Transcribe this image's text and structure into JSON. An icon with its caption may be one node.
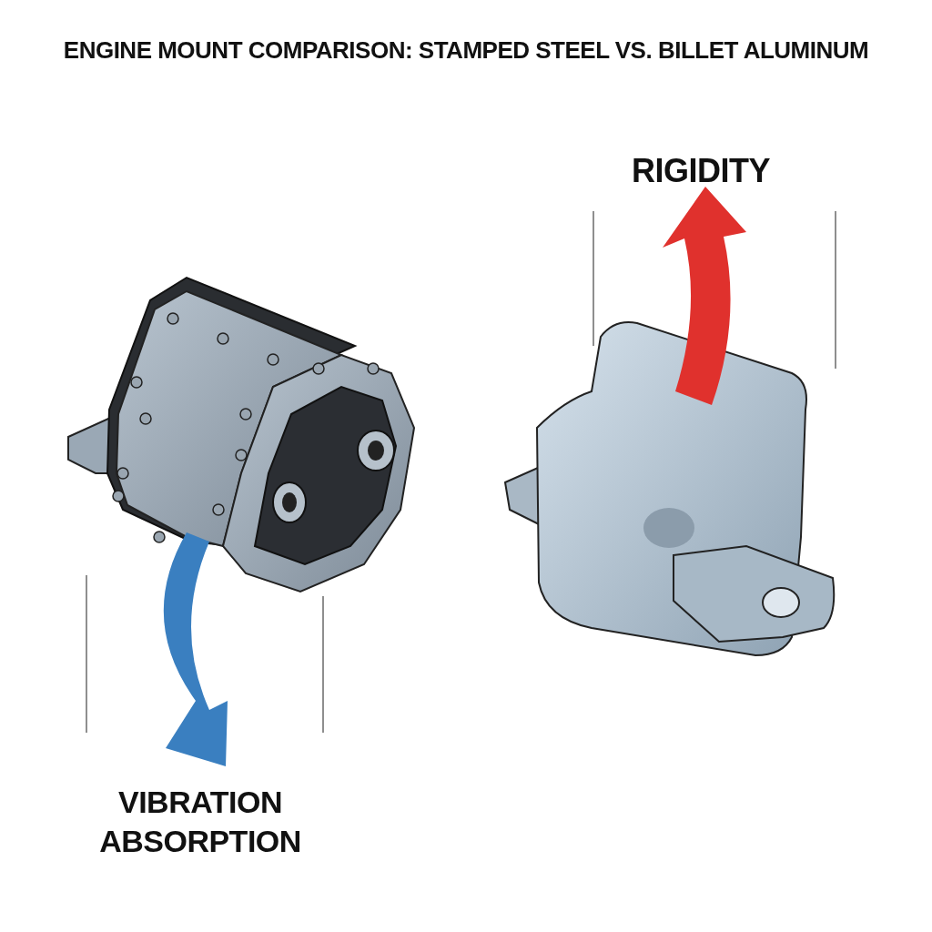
{
  "diagram": {
    "title": "ENGINE MOUNT COMPARISON: STAMPED STEEL VS. BILLET ALUMINUM",
    "labels": [
      "RIGIDITY",
      "VIBRATION ABSORPTION"
    ]
  }
}
